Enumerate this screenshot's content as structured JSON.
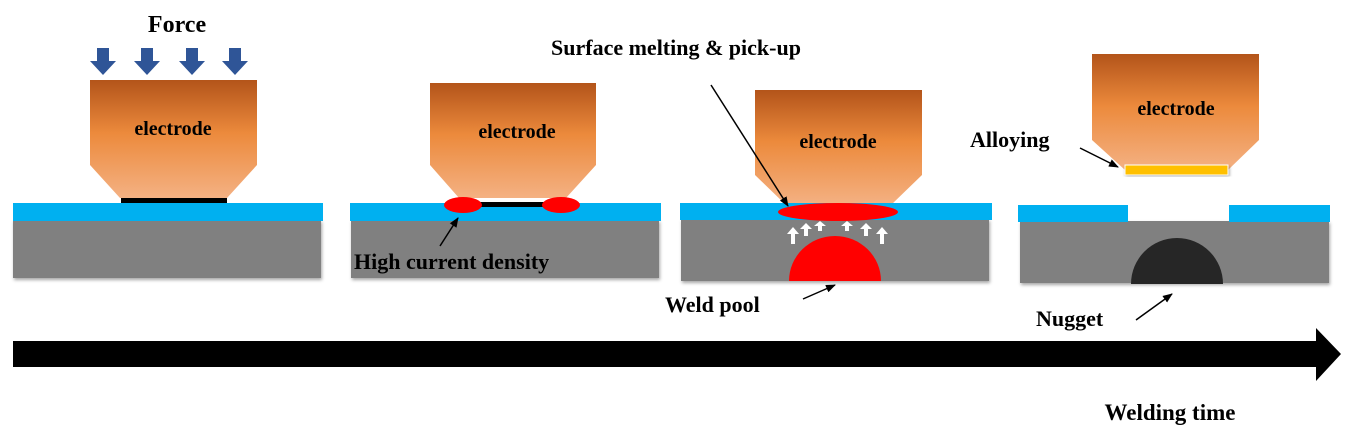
{
  "title_force": "Force",
  "electrode_label": "electrode",
  "stages": [
    {
      "id": "contact",
      "electrode_label": "electrode"
    },
    {
      "id": "high-current",
      "electrode_label": "electrode",
      "annotation": "High current density"
    },
    {
      "id": "weld-pool",
      "electrode_label": "electrode",
      "annotation_top": "Surface melting & pick-up",
      "annotation_bottom": "Weld pool"
    },
    {
      "id": "nugget",
      "electrode_label": "electrode",
      "annotation_side": "Alloying",
      "annotation_bottom": "Nugget"
    }
  ],
  "axis_label": "Welding time",
  "colors": {
    "electrode_top": "#b3541a",
    "electrode_mid": "#ec8a3c",
    "electrode_bottom": "#f4b183",
    "coating": "#00b0f0",
    "substrate": "#808080",
    "molten": "#ff0000",
    "nugget": "#262626",
    "alloy": "#ffc000",
    "force_arrow": "#2f5597"
  }
}
